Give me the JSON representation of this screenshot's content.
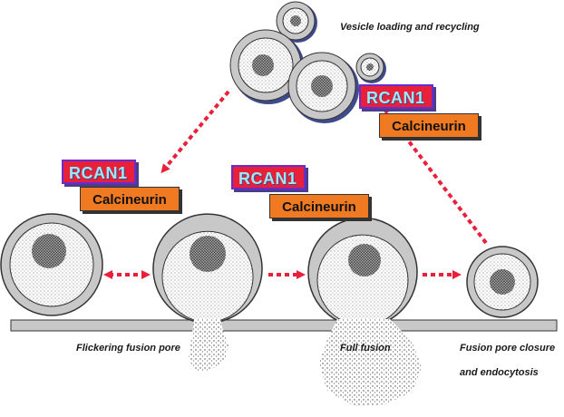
{
  "labels": {
    "recycling": "Vesicle loading and recycling",
    "flickering": "Flickering fusion pore",
    "full_fusion": "Full fusion",
    "closure_line1": "Fusion pore closure",
    "closure_line2": "and endocytosis"
  },
  "protein_boxes": [
    {
      "rcan": "RCAN1",
      "calcineurin": "Calcineurin"
    },
    {
      "rcan": "RCAN1",
      "calcineurin": "Calcineurin"
    },
    {
      "rcan": "RCAN1",
      "calcineurin": "Calcineurin"
    }
  ],
  "colors": {
    "rcan_fill": "#e8203a",
    "rcan_text": "#9fe7f4",
    "calcineurin_fill": "#ef7a22",
    "arrow": "#e8203a",
    "membrane": "#c8c8c8"
  }
}
